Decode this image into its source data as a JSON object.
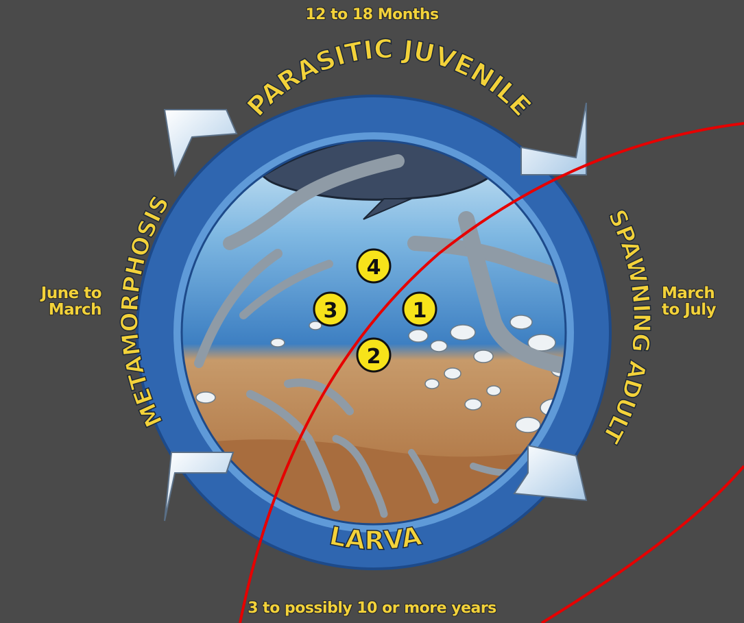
{
  "durations": {
    "parasitic_juvenile": "12 to 18 Months",
    "metamorphosis": "June to March",
    "spawning_adult": "March to July",
    "larva": "3 to possibly 10 or more years"
  },
  "stages": {
    "parasitic_juvenile": "PARASITIC JUVENILE",
    "spawning_adult": "SPAWNING ADULT",
    "larva": "LARVA",
    "metamorphosis": "METAMORPHOSIS"
  },
  "stage_numbers": [
    "1",
    "2",
    "3",
    "4"
  ],
  "colors": {
    "background": "#4a4a4a",
    "ring": "#2f66b0",
    "ring_inner": "#5f9ad8",
    "arrow": "#cfe3f4",
    "label_text": "#f3d23a",
    "badge": "#f7e31a",
    "water": "#4a8fcf",
    "sediment": "#b07a48",
    "annotation_stroke": "#e60000"
  }
}
